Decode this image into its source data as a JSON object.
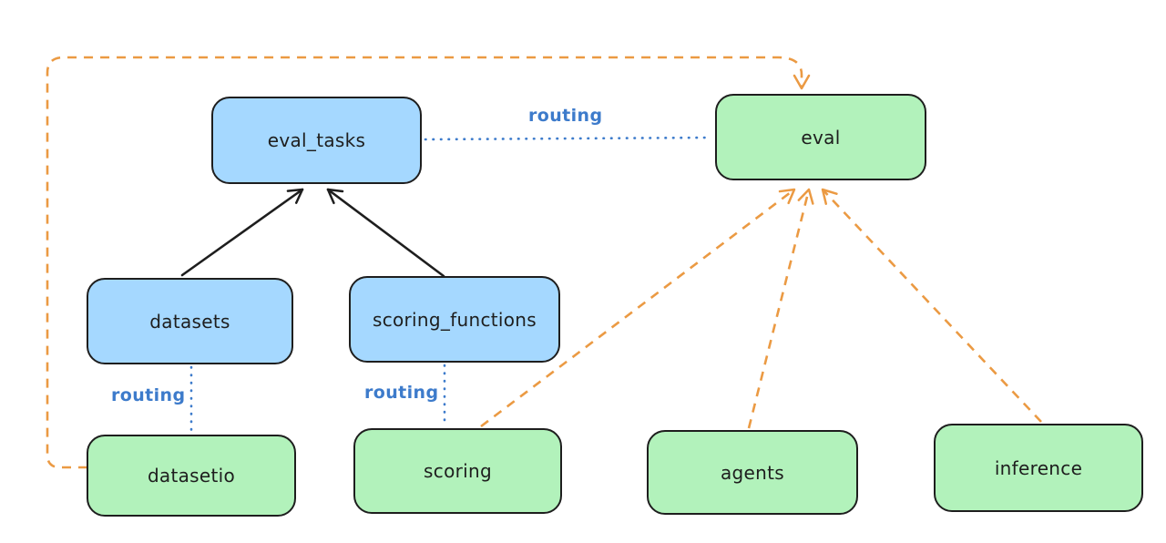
{
  "diagram": {
    "nodes": [
      {
        "id": "eval_tasks",
        "label": "eval_tasks",
        "fill": "#a5d8ff"
      },
      {
        "id": "eval",
        "label": "eval",
        "fill": "#b2f2bb"
      },
      {
        "id": "datasets",
        "label": "datasets",
        "fill": "#a5d8ff"
      },
      {
        "id": "scoring_functions",
        "label": "scoring_functions",
        "fill": "#a5d8ff"
      },
      {
        "id": "datasetio",
        "label": "datasetio",
        "fill": "#b2f2bb"
      },
      {
        "id": "scoring",
        "label": "scoring",
        "fill": "#b2f2bb"
      },
      {
        "id": "agents",
        "label": "agents",
        "fill": "#b2f2bb"
      },
      {
        "id": "inference",
        "label": "inference",
        "fill": "#b2f2bb"
      }
    ],
    "edges": [
      {
        "from": "datasets",
        "to": "eval_tasks",
        "style": "solid-arrow",
        "color": "#1e1e1e",
        "label": ""
      },
      {
        "from": "scoring_functions",
        "to": "eval_tasks",
        "style": "solid-arrow",
        "color": "#1e1e1e",
        "label": ""
      },
      {
        "from": "eval_tasks",
        "to": "eval",
        "style": "dotted",
        "color": "#3d7bcb",
        "label": "routing"
      },
      {
        "from": "datasets",
        "to": "datasetio",
        "style": "dotted",
        "color": "#3d7bcb",
        "label": "routing"
      },
      {
        "from": "scoring_functions",
        "to": "scoring",
        "style": "dotted",
        "color": "#3d7bcb",
        "label": "routing"
      },
      {
        "from": "datasetio",
        "to": "eval",
        "style": "dashed-arrow",
        "color": "#eb9a43",
        "label": ""
      },
      {
        "from": "scoring",
        "to": "eval",
        "style": "dashed-arrow",
        "color": "#eb9a43",
        "label": ""
      },
      {
        "from": "agents",
        "to": "eval",
        "style": "dashed-arrow",
        "color": "#eb9a43",
        "label": ""
      },
      {
        "from": "inference",
        "to": "eval",
        "style": "dashed-arrow",
        "color": "#eb9a43",
        "label": ""
      }
    ]
  },
  "colors": {
    "background": "#ffffff",
    "node_border": "#1e1e1e",
    "blue_fill": "#a5d8ff",
    "green_fill": "#b2f2bb",
    "routing_blue": "#3d7bcb",
    "orange_dashed": "#eb9a43",
    "text": "#1e1e1e"
  }
}
